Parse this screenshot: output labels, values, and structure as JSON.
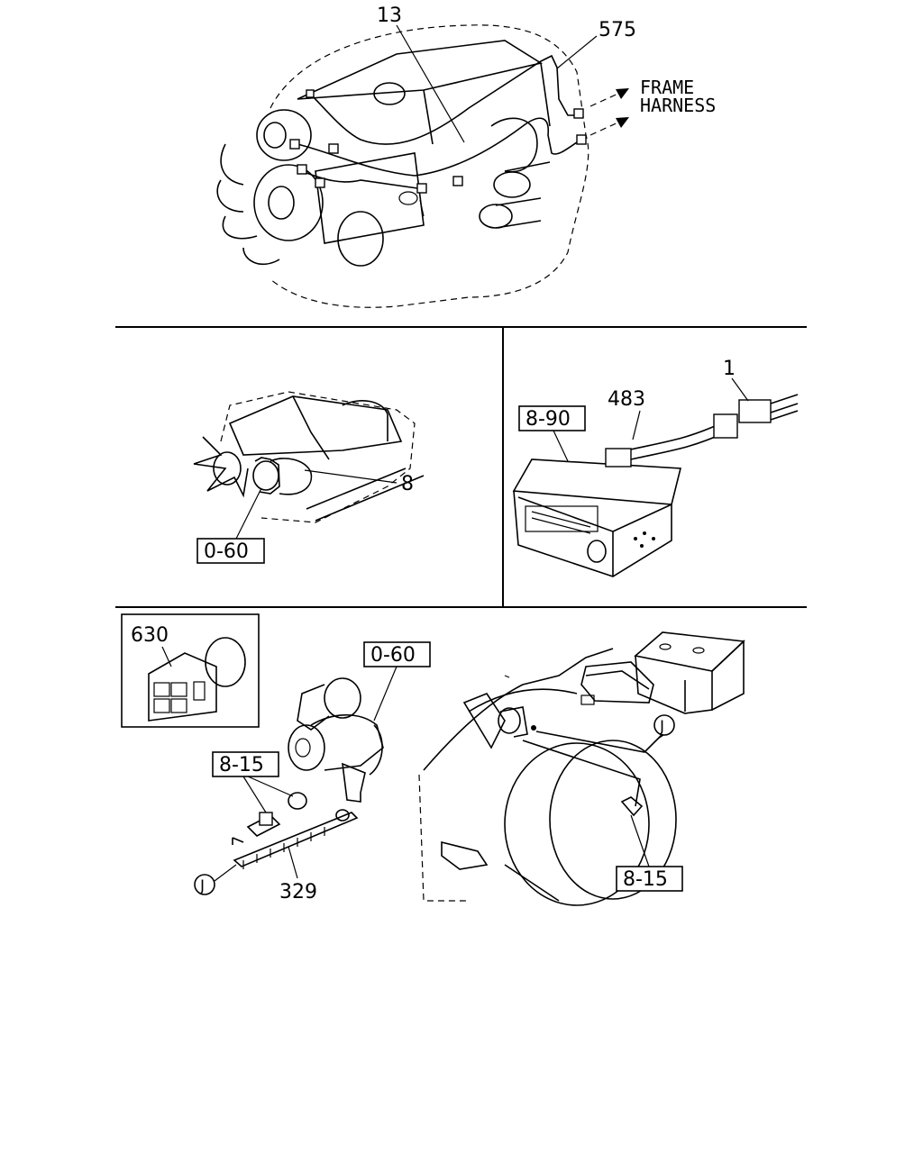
{
  "callouts": {
    "harness_main": "13",
    "harness_engine": "575",
    "frame_harness_1": "FRAME",
    "frame_harness_2": "HARNESS",
    "item_8": "8",
    "ref_0_60_a": "0-60",
    "ref_8_90": "8-90",
    "item_483": "483",
    "item_1": "1",
    "item_630": "630",
    "ref_0_60_b": "0-60",
    "ref_8_15_a": "8-15",
    "item_329": "329",
    "joint_j_left": "J",
    "joint_j_right": "J",
    "ref_8_15_b": "8-15"
  }
}
